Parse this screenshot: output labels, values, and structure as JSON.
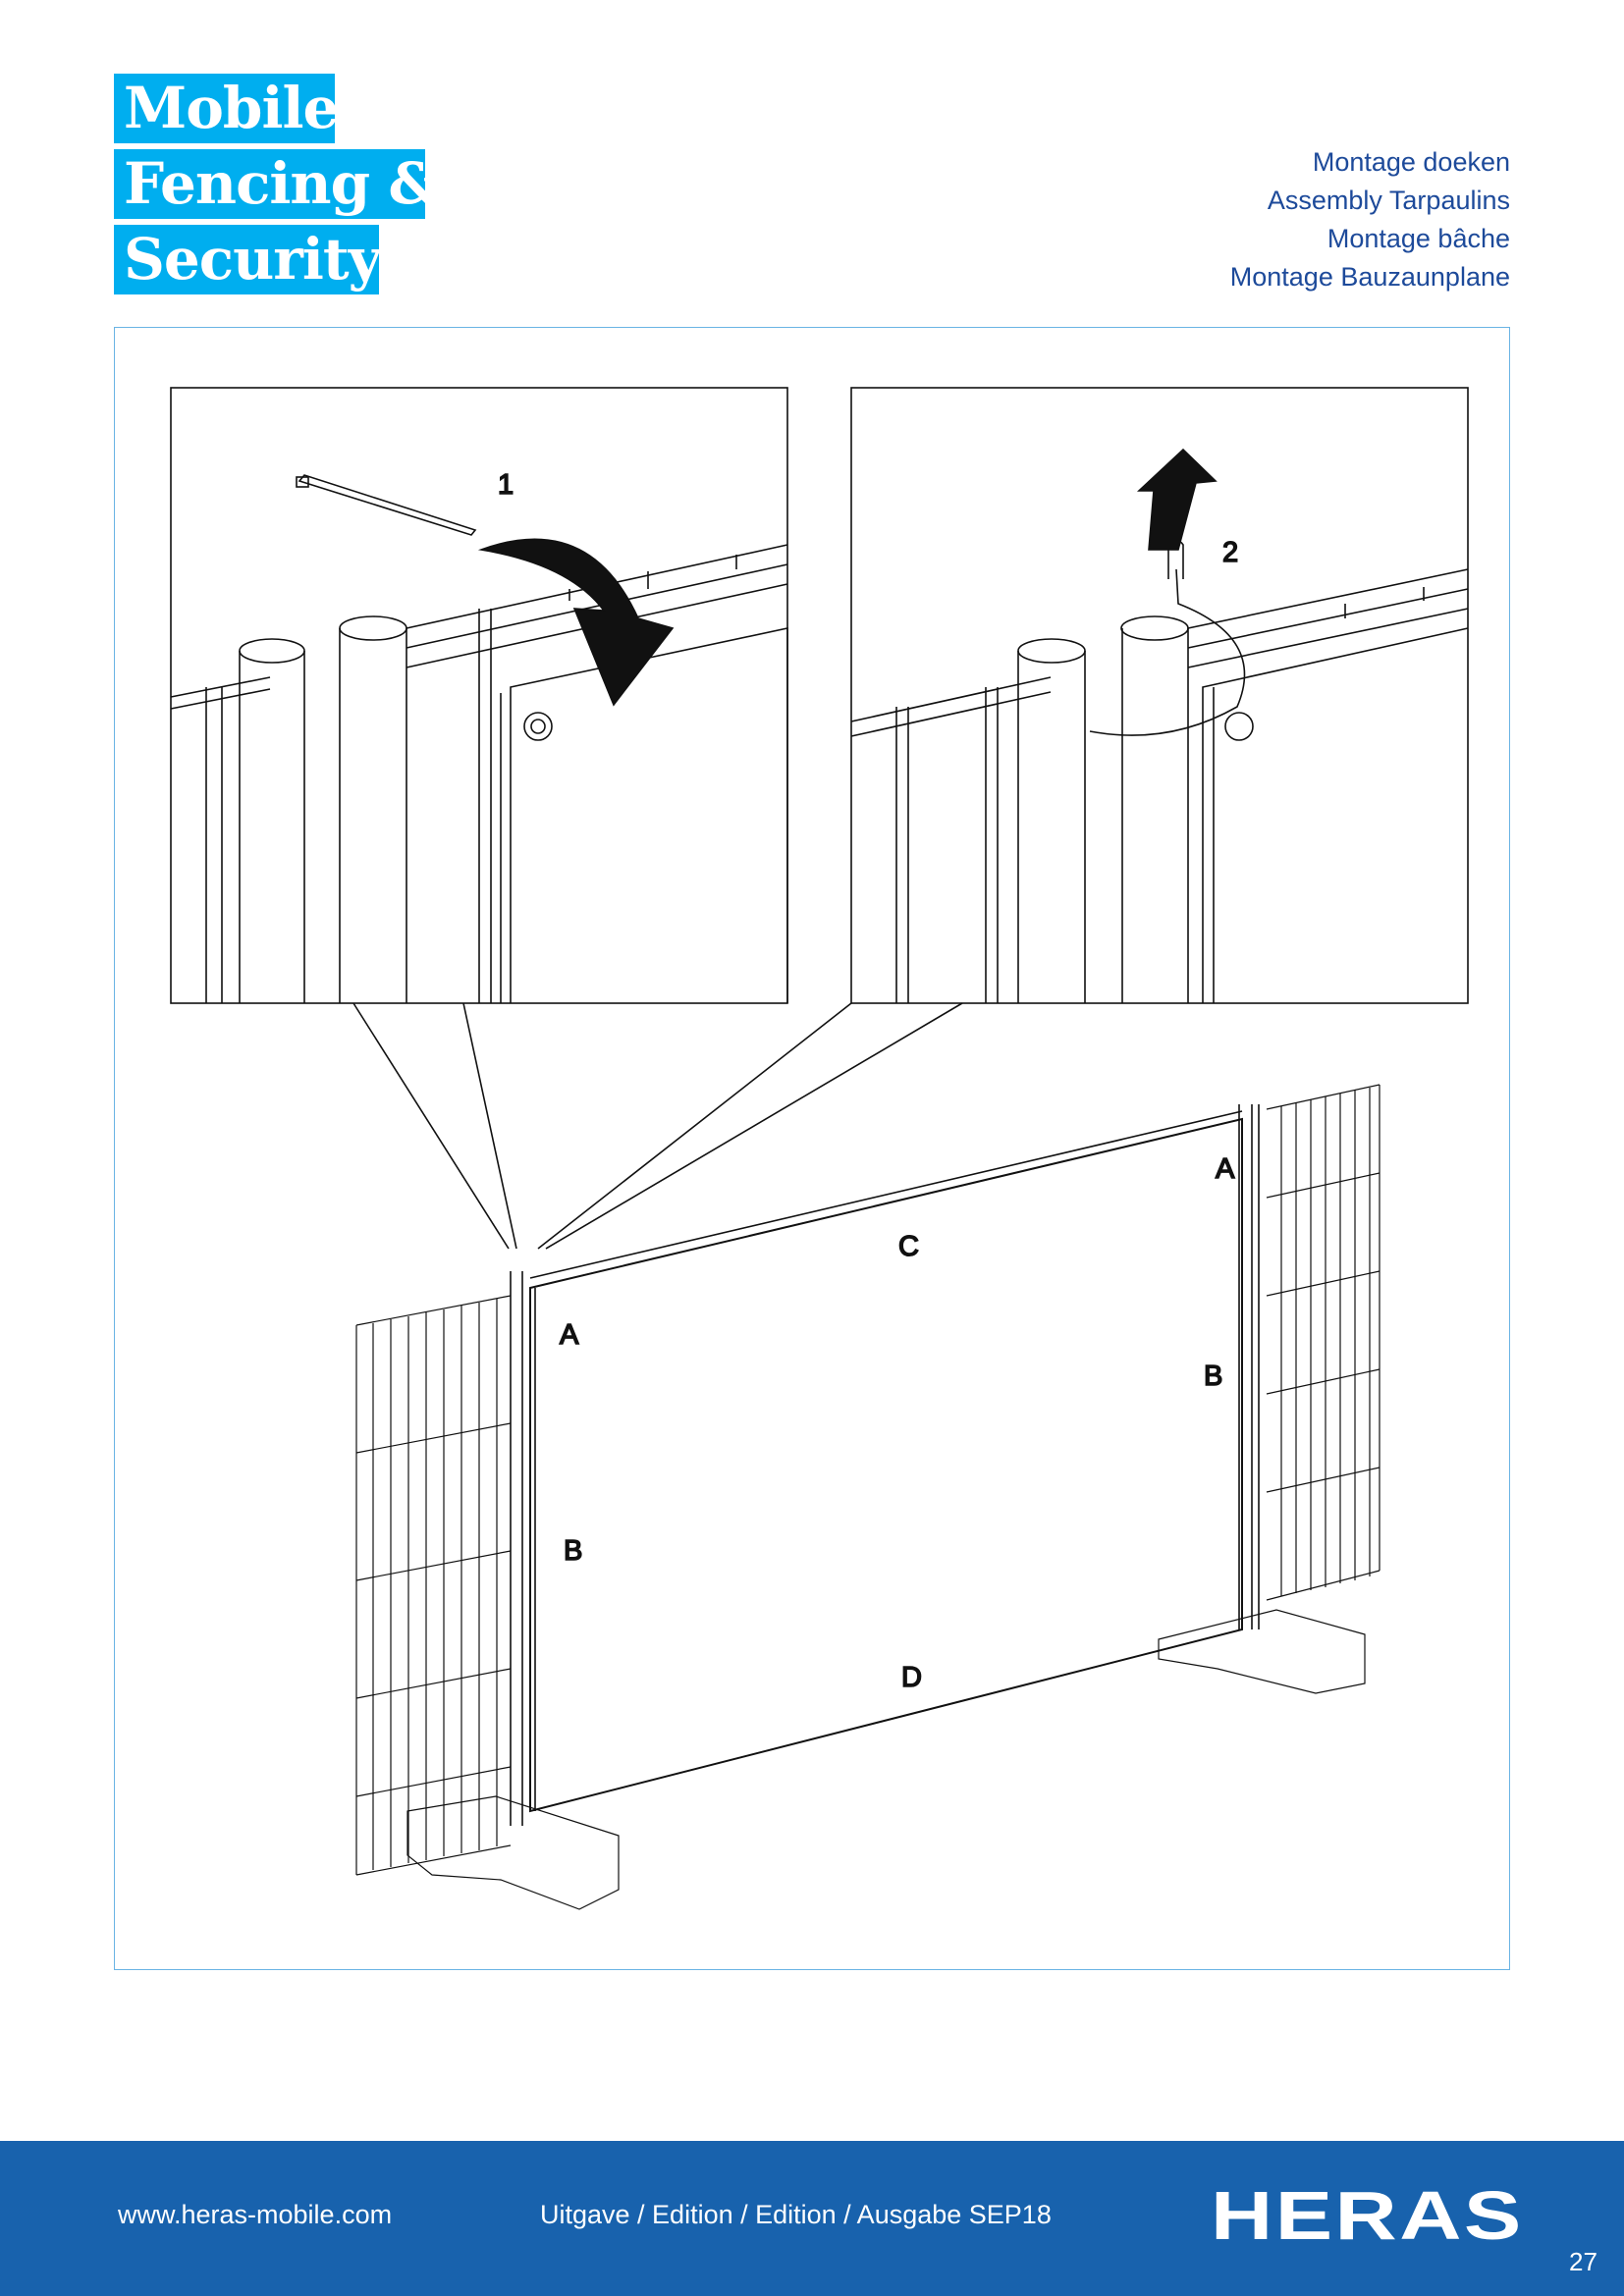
{
  "brand": {
    "line1": "Mobile",
    "line2": "Fencing &",
    "line3": "Security"
  },
  "titles": [
    "Montage doeken",
    "Assembly Tarpaulins",
    "Montage bâche",
    "Montage Bauzaunplane"
  ],
  "figure": {
    "step1": "1",
    "step2": "2",
    "labels": {
      "a_left": "A",
      "a_right": "A",
      "b_left": "B",
      "b_right": "B",
      "c": "C",
      "d": "D"
    }
  },
  "footer": {
    "website": "www.heras-mobile.com",
    "edition": "Uitgave / Edition / Edition / Ausgabe SEP18",
    "logo": "HERAS",
    "page": "27"
  },
  "colors": {
    "brand": "#00aeef",
    "title": "#1d4a9a",
    "footer": "#1862ad",
    "frame": "#6ab4e4"
  }
}
